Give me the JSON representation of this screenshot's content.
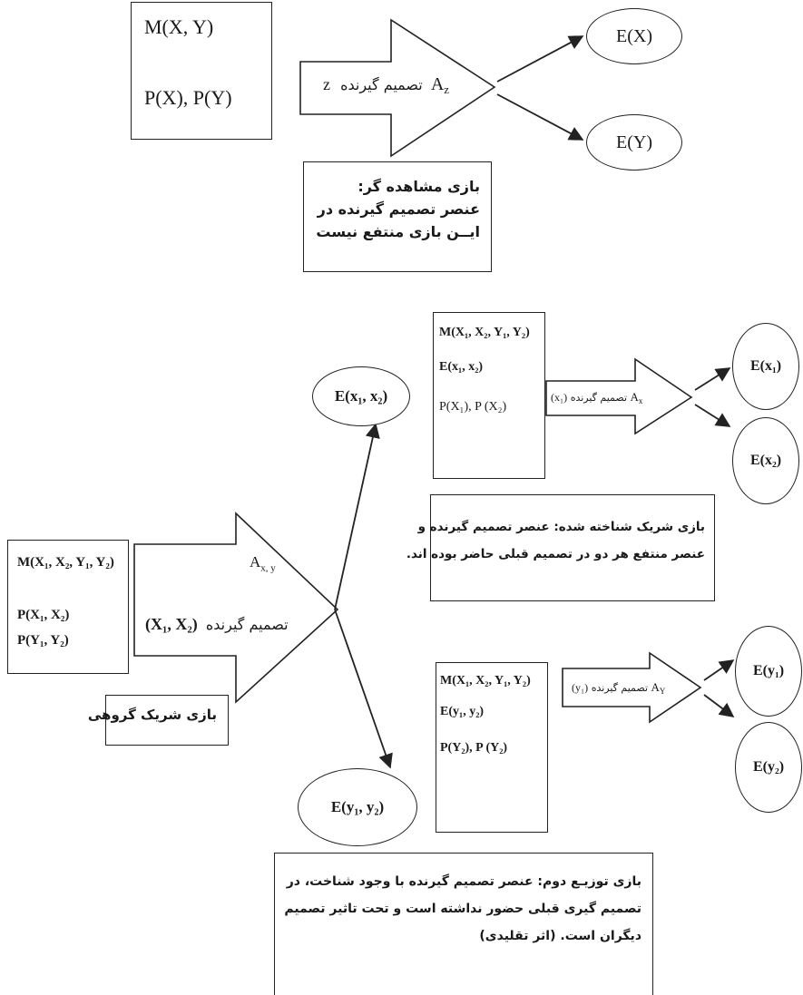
{
  "game1": {
    "input_line1": "M(X, Y)",
    "input_line2": "P(X), P(Y)",
    "decision_label": "تصمیم گیرنده",
    "decision_z": "z",
    "decision_A": "A",
    "decision_A_sub": "z",
    "out1": "E(X)",
    "out2": "E(Y)",
    "note_lines": [
      "بازی مشاهده گر:",
      "عنصر تصمیم گیرنده در",
      "ایــن بازی منتفع نیست"
    ]
  },
  "game2": {
    "input_line1": "M(X₁, X₂, Y₁, Y₂)",
    "input_line2": "P(X₁, X₂)",
    "input_line3": "P(Y₁, Y₂)",
    "decision_A": "A",
    "decision_A_sub": "x, y",
    "decision_line2_var": "(X₁, X₂)",
    "decision_line2_label": "تصمیم گیرنده",
    "group_note": "بازی شریک گروهی",
    "node_top": "E(x₁, x₂)",
    "node_bottom": "E(y₁, y₂)",
    "top_box_line1": "M(X₁, X₂, Y₁, Y₂)",
    "top_box_line2": "E(x₁, x₂)",
    "top_box_line3": "P(X₁),  P (X₂)",
    "top_arrow_var": "(x₁)",
    "top_arrow_label": "تصمیم گیرنده",
    "top_arrow_A": "A",
    "top_arrow_A_sub": "x",
    "top_out1": "E(x₁)",
    "top_out2": "E(x₂)",
    "known_note_lines": [
      "بازی شریک شناخته شده: عنصر تصمیم گیرنده و",
      "عنصر منتفع هر دو در تصمیم قبلی حاضر بوده اند."
    ],
    "bottom_box_line1": "M(X₁, X₂, Y₁, Y₂)",
    "bottom_box_line2": "E(y₁, y₂)",
    "bottom_box_line3": "P(Y₂),  P (Y₂)",
    "bottom_arrow_var": "(y₁)",
    "bottom_arrow_label": "تصمیم گیرنده",
    "bottom_arrow_A": "A",
    "bottom_arrow_A_sub": "Y",
    "bottom_out1": "E(y₁)",
    "bottom_out2": "E(y₂)",
    "second_note_lines": [
      "بازی توزیـع دوم: عنصر تصمیم گیرنده با وجود شناخت، در",
      "تصمیم گیری قبلی حضور نداشته است و تحت تاثیر تصمیم",
      "دیگران است. (اثر تقلیدی)"
    ]
  }
}
